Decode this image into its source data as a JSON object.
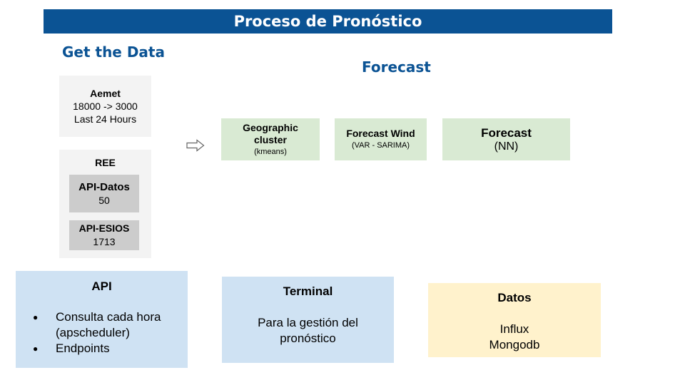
{
  "header": {
    "title": "Proceso de Pronóstico"
  },
  "sections": {
    "get_data": "Get the Data",
    "forecast": "Forecast"
  },
  "aemet": {
    "title": "Aemet",
    "line1": "18000 -> 3000",
    "line2": "Last 24 Hours"
  },
  "ree": {
    "title": "REE",
    "api_datos": {
      "label": "API-Datos",
      "value": "50"
    },
    "api_esios": {
      "label": "API-ESIOS",
      "value": "1713"
    }
  },
  "pipeline": {
    "geo": {
      "line1": "Geographic",
      "line2": "cluster",
      "sub": "(kmeans)"
    },
    "wind": {
      "title": "Forecast Wind",
      "sub": "(VAR - SARIMA)"
    },
    "nn": {
      "title": "Forecast",
      "sub": "(NN)"
    }
  },
  "api": {
    "title": "API",
    "bullet": "●",
    "items": [
      {
        "line1": "Consulta cada hora",
        "line2": "(apscheduler)"
      },
      {
        "line1": "Endpoints"
      }
    ]
  },
  "terminal": {
    "title": "Terminal",
    "line1": "Para la gestión del",
    "line2": "pronóstico"
  },
  "datos": {
    "title": "Datos",
    "line1": "Influx",
    "line2": "Mongodb"
  },
  "colors": {
    "header_bg": "#0b5394",
    "grey_box": "#f3f3f3",
    "grey_inner": "#cccccc",
    "green_box": "#d9ead3",
    "blue_box": "#cfe2f3",
    "yellow_box": "#fff2cc"
  },
  "icons": {
    "arrow": "right-arrow-icon"
  }
}
